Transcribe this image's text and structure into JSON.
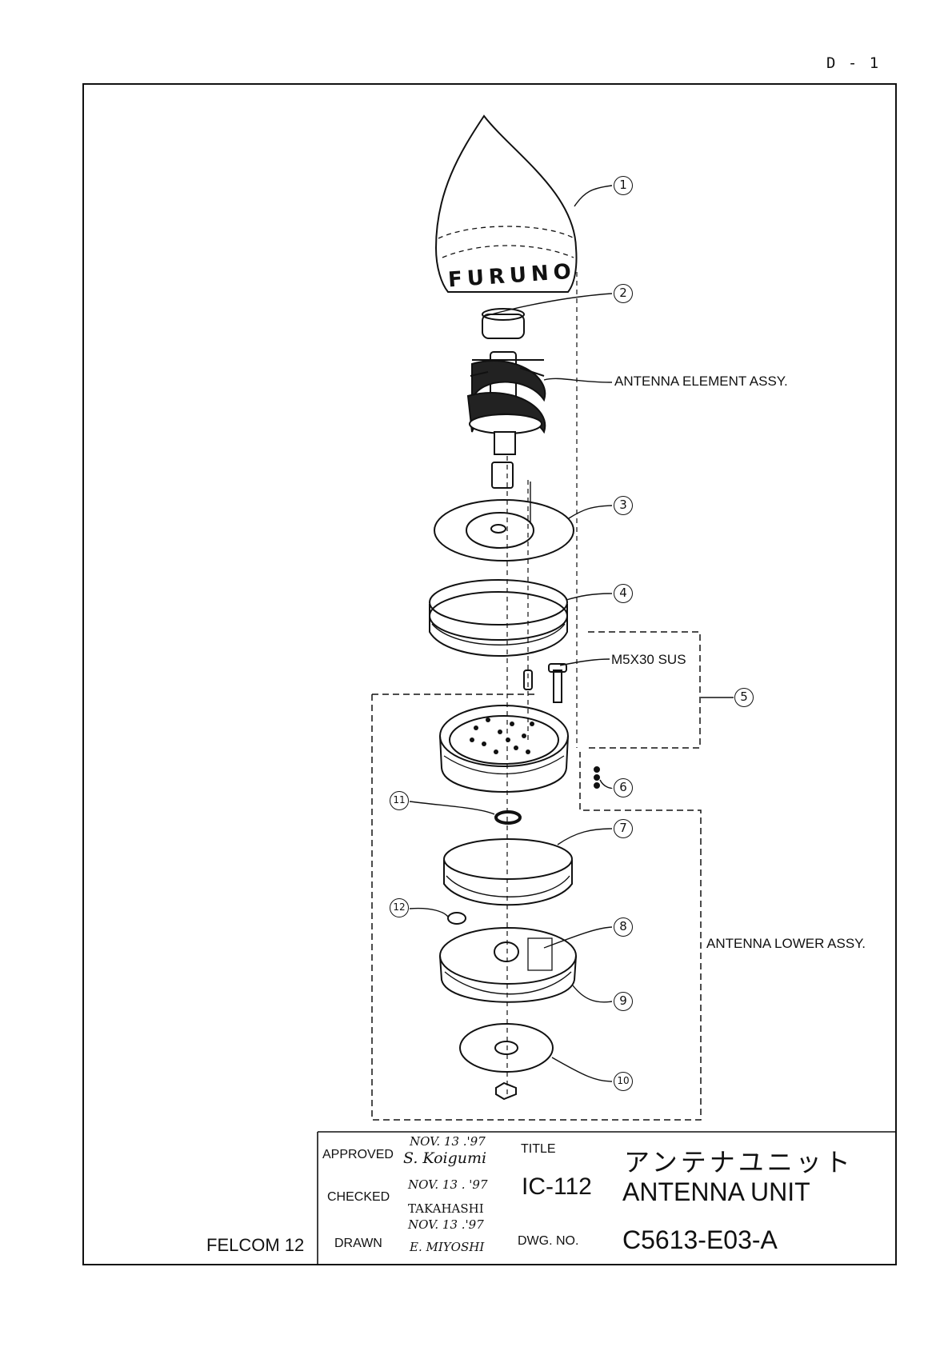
{
  "page_number": "D - 1",
  "callouts": {
    "c1": "1",
    "c2": "2",
    "c3": "3",
    "c4": "4",
    "c5": "5",
    "c6": "6",
    "c7": "7",
    "c8": "8",
    "c9": "9",
    "c10": "10",
    "c11": "11",
    "c12": "12"
  },
  "labels": {
    "antenna_element_assy": "ANTENNA ELEMENT ASSY.",
    "m5x30": "M5X30 SUS",
    "antenna_lower_assy": "ANTENNA LOWER ASSY.",
    "radome_logo": "FURUNO"
  },
  "title_block": {
    "product": "FELCOM 12",
    "approved_label": "APPROVED",
    "checked_label": "CHECKED",
    "drawn_label": "DRAWN",
    "title_label": "TITLE",
    "dwg_no_label": "DWG. NO.",
    "model": "IC-112",
    "title_jp": "アンテナユニット",
    "title_en": "ANTENNA UNIT",
    "dwg_no": "C5613-E03-A",
    "approved_date": "NOV. 13 .'97",
    "approved_by": "S. Koigumi",
    "checked_date": "NOV. 13 . '97",
    "checked_by": "TAKAHASHI",
    "drawn_date": "NOV. 13 .'97",
    "drawn_by": "E. MIYOSHI"
  }
}
